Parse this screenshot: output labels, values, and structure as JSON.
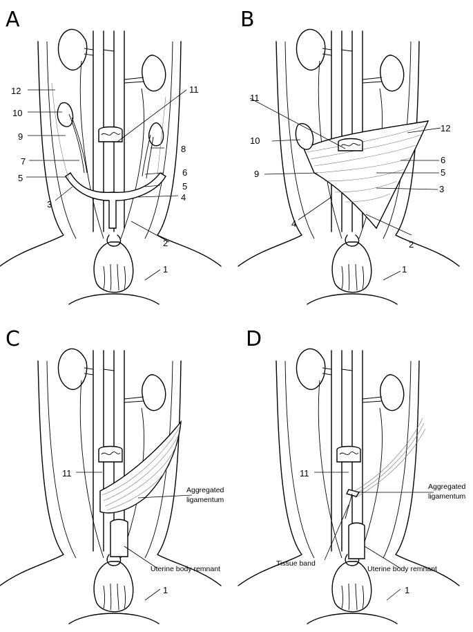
{
  "panels": [
    {
      "letter": "A",
      "labels": {
        "l1": "1",
        "l2": "2",
        "l3": "3",
        "l4": "4",
        "l5a": "5",
        "l5b": "5",
        "l6": "6",
        "l7": "7",
        "l8": "8",
        "l9": "9",
        "l10": "10",
        "l11": "11",
        "l12": "12"
      }
    },
    {
      "letter": "B",
      "labels": {
        "l1": "1",
        "l2": "2",
        "l3": "3",
        "l4": "4",
        "l5": "5",
        "l6": "6",
        "l9": "9",
        "l10": "10",
        "l11": "11",
        "l12": "12"
      }
    },
    {
      "letter": "C",
      "labels": {
        "l1": "1",
        "l11": "11",
        "agg1": "Aggregated",
        "agg2": "ligamentum",
        "ubr": "Uterine body remnant"
      }
    },
    {
      "letter": "D",
      "labels": {
        "l1": "1",
        "l11": "11",
        "agg1": "Aggregated",
        "agg2": "ligamentum",
        "ubr": "Uterine body remnant",
        "tissue": "Tissue band"
      }
    }
  ]
}
